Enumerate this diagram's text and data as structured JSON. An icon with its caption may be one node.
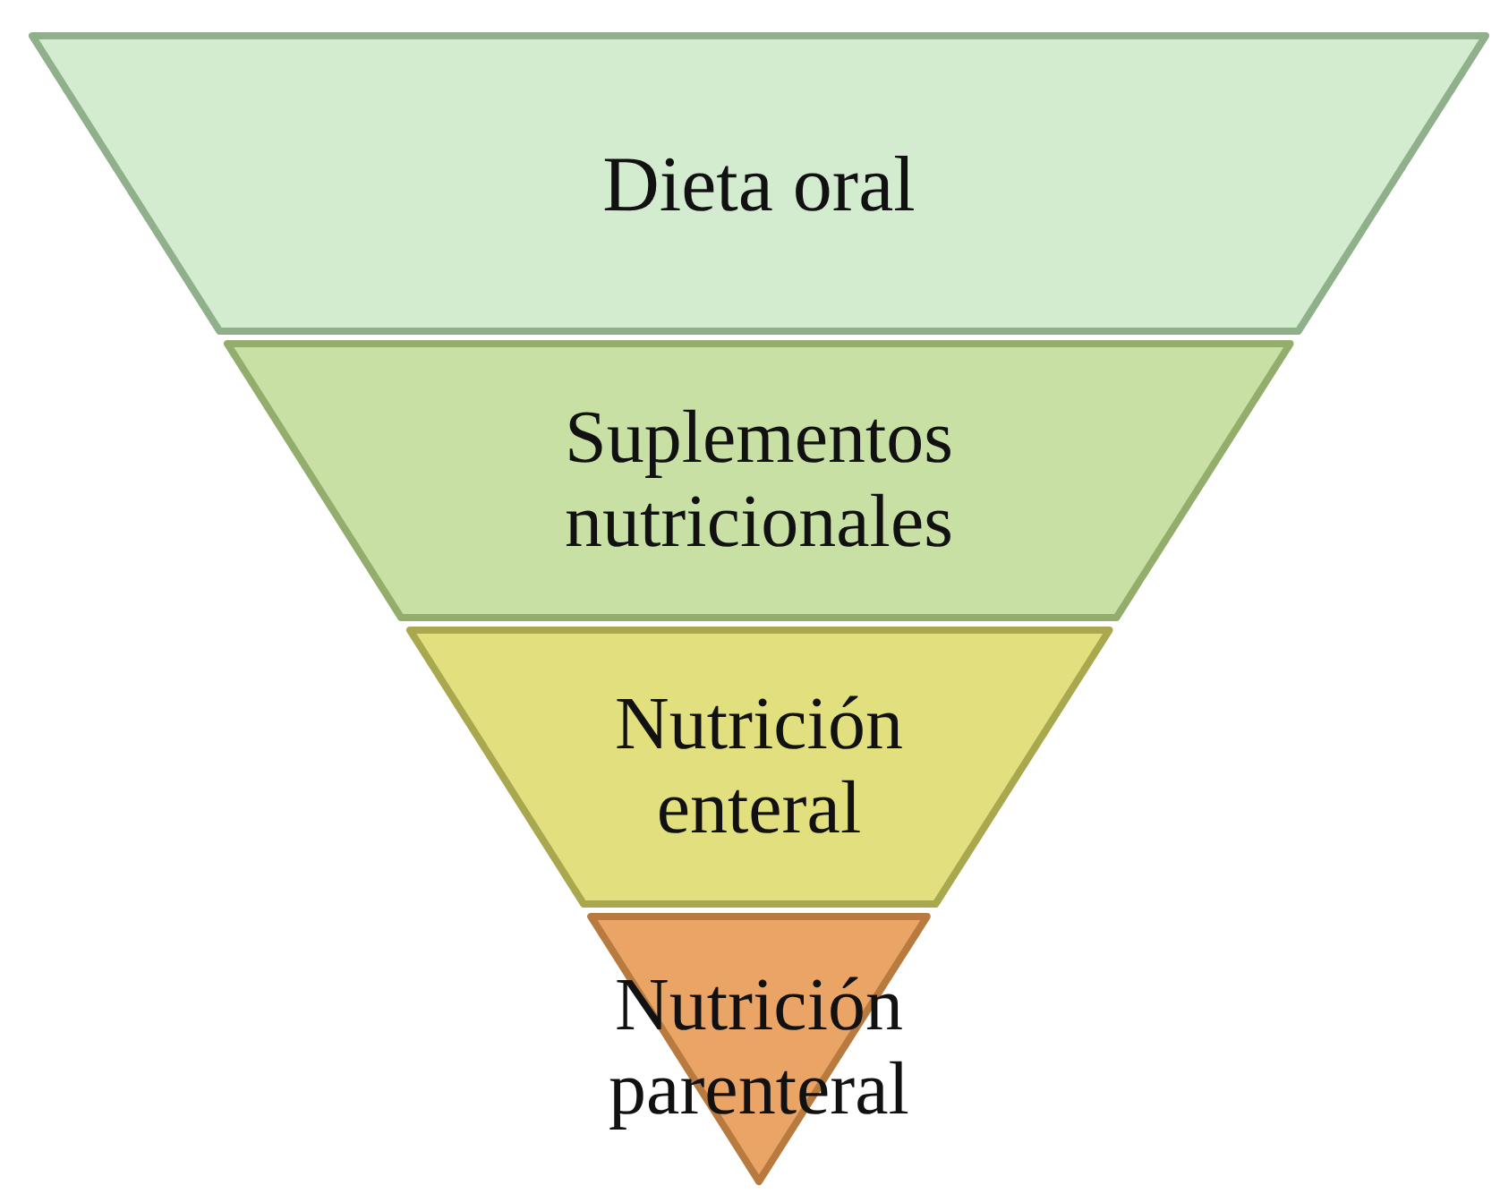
{
  "diagram": {
    "nodes": [
      {
        "text": [
          "Dieta oral"
        ]
      },
      {
        "text": [
          "Suplementos nutricionales"
        ]
      },
      {
        "text": [
          "Nutrición enteral"
        ]
      },
      {
        "text": [
          "Nutrición parenteral"
        ]
      }
    ]
  }
}
